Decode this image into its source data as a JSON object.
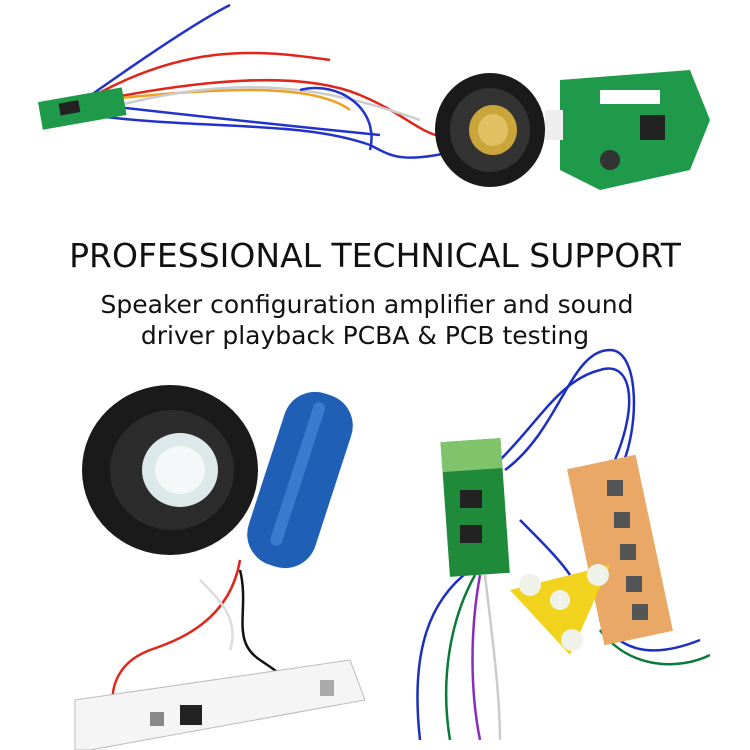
{
  "headline": "PROFESSIONAL TECHNICAL SUPPORT",
  "subtitle_lines": [
    "Speaker configuration amplifier and sound",
    "driver playback PCBA & PCB testing"
  ],
  "colors": {
    "pcb_green": "#1f9a4a",
    "speaker_black": "#1a1a1a",
    "battery_blue": "#1f5fb5",
    "wire_blue": "#1c2fbf",
    "wire_red": "#e0261b",
    "perfboard": "#e9a866",
    "triangle_board": "#f1d21c"
  }
}
